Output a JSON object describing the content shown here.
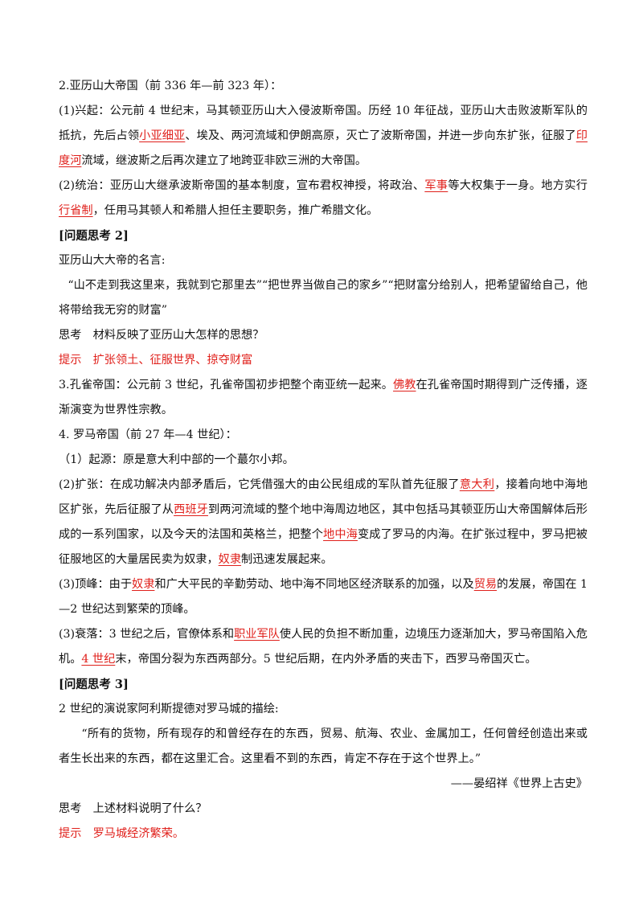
{
  "s2": {
    "title": "2.亚历山大帝国（前 336 年—前 323 年）：",
    "rise": {
      "t1": "(1)兴起：公元前 4 世纪末，马其顿亚历山大入侵波斯帝国。历经 10 年征战，亚历山大击败波斯军队的抵抗，先后占领",
      "k1": "小亚细亚",
      "t2": "、埃及、两河流域和伊朗高原，灭亡了波斯帝国，并进一步向东扩张，征服了",
      "k2": "印度河",
      "t3": "流域，继波斯之后再次建立了地跨亚非欧三洲的大帝国。"
    },
    "rule": {
      "t1": "(2)统治：亚历山大继承波斯帝国的基本制度，宣布君权神授，将政治、",
      "k1": "军事",
      "t2": "等大权集于一身。地方实行",
      "k2": "行省制",
      "t3": "，任用马其顿人和希腊人担任主要职务，推广希腊文化。"
    }
  },
  "q2": {
    "heading": "[问题思考 2]",
    "intro": "亚历山大大帝的名言:",
    "quote": "“山不走到我这里来，我就到它那里去”“把世界当做自己的家乡”“把财富分给别人，把希望留给自己，他将带给我无穷的财富”",
    "think": "思考　材料反映了亚历山大怎样的思想？",
    "hint": "提示　扩张领土、征服世界、掠夺财富"
  },
  "s3": {
    "t1": "3.孔雀帝国：公元前 3 世纪，孔雀帝国初步把整个南亚统一起来。",
    "k1": "佛教",
    "t2": "在孔雀帝国时期得到广泛传播，逐渐演变为世界性宗教。"
  },
  "s4": {
    "title": "4. 罗马帝国（前 27 年—4 世纪）：",
    "origin": "（1）起源：原是意大利中部的一个蕞尔小邦。",
    "expand": {
      "t1": "(2)扩张：在成功解决内部矛盾后，它凭借强大的由公民组成的军队首先征服了",
      "k1": "意大利",
      "t2": "，接着向地中海地区扩张，先后征服了从",
      "k2": "西班牙",
      "t3": "到两河流域的整个地中海周边地区，其中包括马其顿亚历山大帝国解体后形成的一系列国家，以及今天的法国和英格兰，把整个",
      "k3": "地中海",
      "t4": "变成了罗马的内海。在扩张过程中，罗马把被征服地区的大量居民卖为奴隶，",
      "k4": "奴隶",
      "t5": "制迅速发展起来。"
    },
    "peak": {
      "t1": "(3)顶峰：由于",
      "k1": "奴隶",
      "t2": "和广大平民的辛勤劳动、地中海不同地区经济联系的加强，以及",
      "k2": "贸易",
      "t3": "的发展，帝国在 1—2 世纪达到繁荣的顶峰。"
    },
    "decline": {
      "t1": "(3)衰落：3 世纪之后，官僚体系和",
      "k1": "职业军队",
      "t2": "使人民的负担不断加重，边境压力逐渐加大，罗马帝国陷入危机。",
      "k2": "4 世纪",
      "t3": "末，帝国分裂为东西两部分。5 世纪后期，在内外矛盾的夹击下，西罗马帝国灭亡。"
    }
  },
  "q3": {
    "heading": "[问题思考 3]",
    "intro": "2 世纪的演说家阿利斯提德对罗马城的描绘:",
    "quote": "“所有的货物，所有现存的和曾经存在的东西，贸易、航海、农业、金属加工，任何曾经创造出来或者生长出来的东西，都在这里汇合。这里看不到的东西，肯定不存在于这个世界上。”",
    "source": "——晏绍祥《世界上古史》",
    "think": "思考　上述材料说明了什么？",
    "hint": "提示　罗马城经济繁荣。"
  }
}
